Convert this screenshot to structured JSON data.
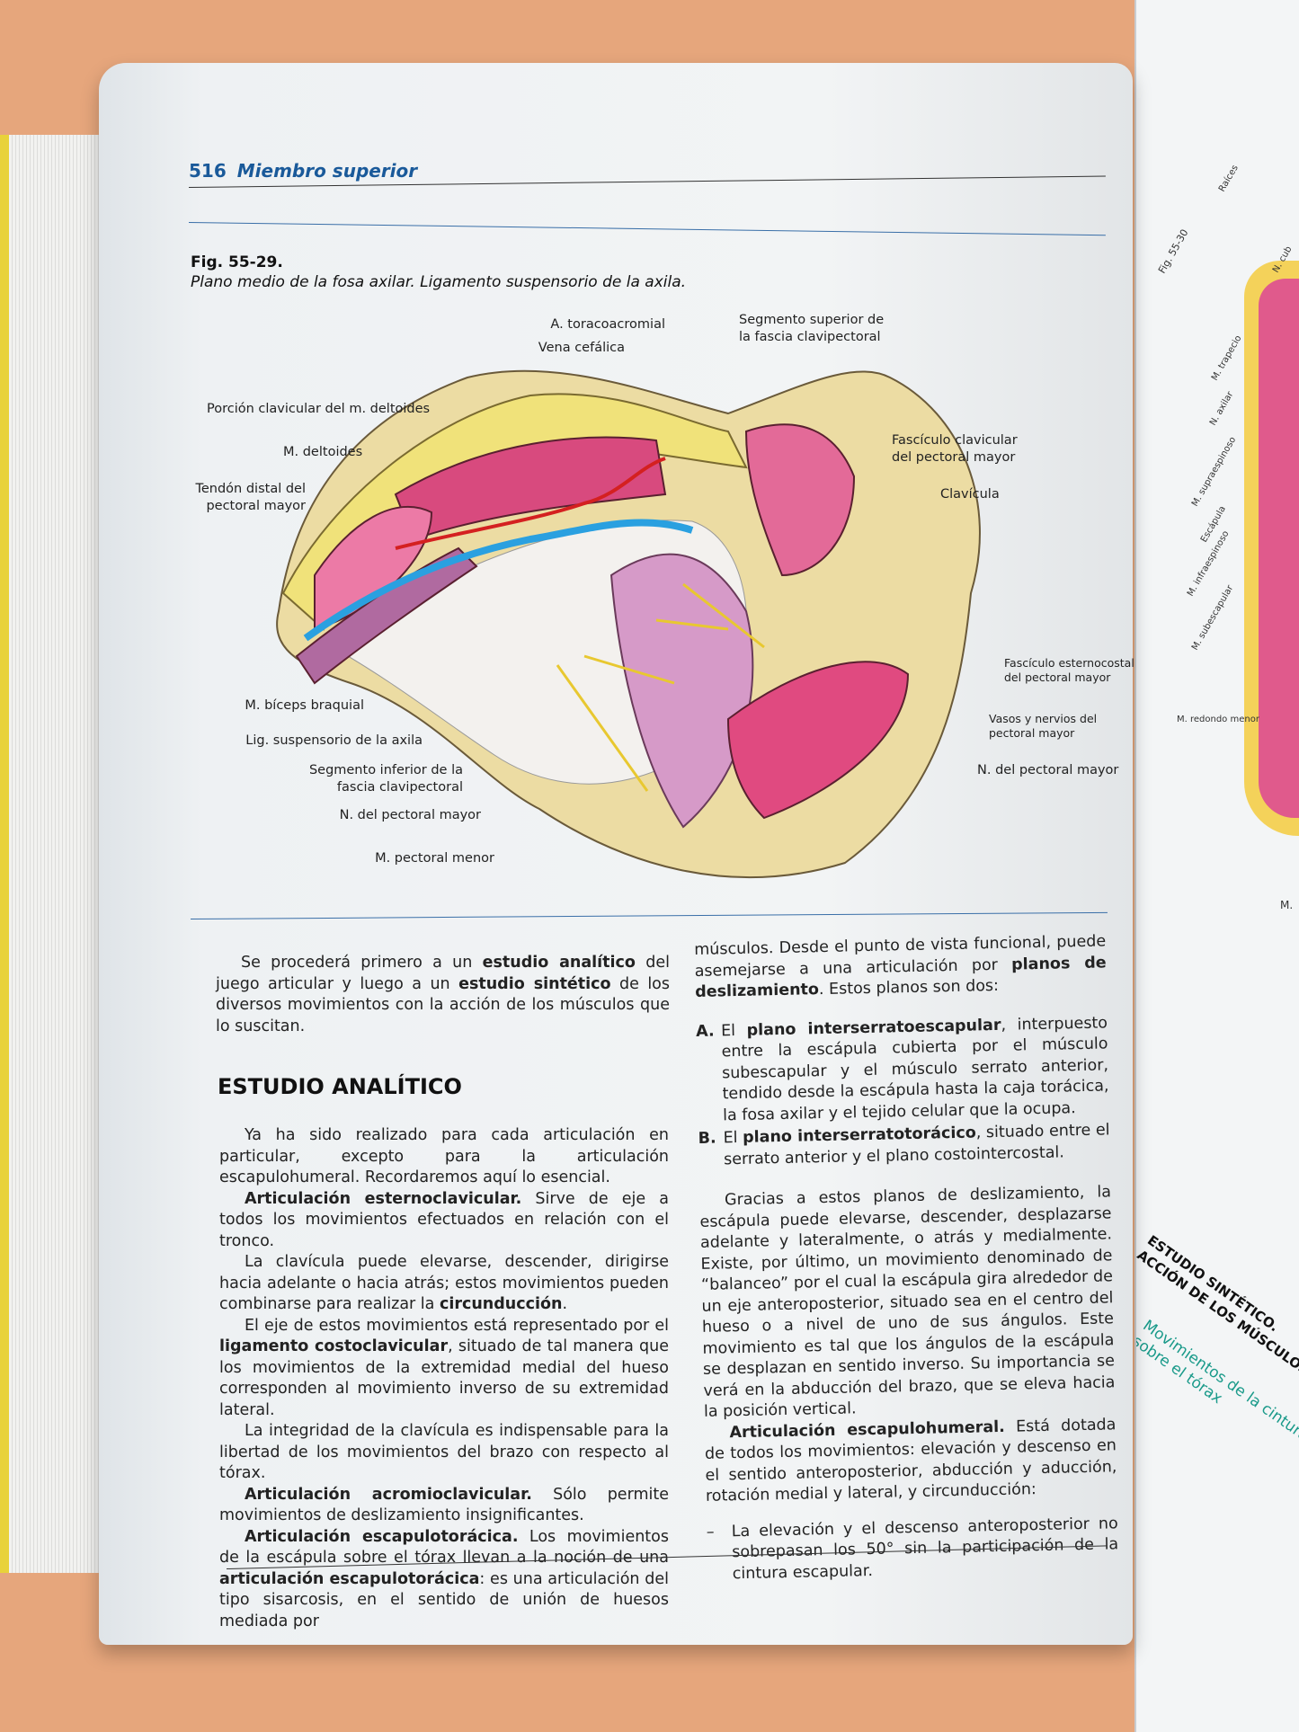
{
  "header": {
    "page_number": "516",
    "section": "Miembro superior"
  },
  "figure": {
    "number": "Fig. 55-29.",
    "caption": "Plano medio de la fosa axilar. Ligamento suspensorio de la axila.",
    "labels": {
      "toracoacromial": "A. toracoacromial",
      "vena_cefalica": "Vena cefálica",
      "segmento_superior": [
        "Segmento superior de",
        "la fascia clavipectoral"
      ],
      "porcion_clavicular": "Porción clavicular del m. deltoides",
      "deltoides": "M. deltoides",
      "tendon_distal": [
        "Tendón distal del",
        "pectoral mayor"
      ],
      "fasciculo_clavicular": [
        "Fascículo clavicular",
        "del pectoral mayor"
      ],
      "clavicula": "Clavícula",
      "fasciculo_esternocostal": [
        "Fascículo esternocostal",
        "del pectoral mayor"
      ],
      "vasos_nervios": [
        "Vasos y nervios del",
        "pectoral mayor"
      ],
      "n_pectoral_mayor_right": "N. del pectoral mayor",
      "biceps": "M. bíceps braquial",
      "lig_suspensorio": "Lig. suspensorio de la axila",
      "segmento_inferior": [
        "Segmento inferior de la",
        "fascia clavipectoral"
      ],
      "n_pectoral_mayor_left": "N. del pectoral mayor",
      "pectoral_menor": "M. pectoral menor"
    }
  },
  "left_column": {
    "intro": [
      "Se procederá primero a un ",
      "estudio analítico",
      " del juego articular y luego a un ",
      "estudio sintético",
      " de los diversos movimientos con la acción de los músculos que lo suscitan."
    ],
    "heading": "ESTUDIO ANALÍTICO",
    "p1": "Ya ha sido realizado para cada articulación en particular, excepto para la articulación escapulohumeral. Recordaremos aquí lo esencial.",
    "p2": [
      "Articulación esternoclavicular.",
      " Sirve de eje a todos los movimientos efectuados en relación con el tronco."
    ],
    "p3": [
      "La clavícula puede elevarse, descender, dirigirse hacia adelante o hacia atrás; estos movimientos pueden combinarse para realizar la ",
      "circunducción",
      "."
    ],
    "p4": [
      "El eje de estos movimientos está representado por el ",
      "ligamento costoclavicular",
      ", situado de tal manera que los movimientos de la extremidad medial del hueso corresponden al movimiento inverso de su extremidad lateral."
    ],
    "p5": "La integridad de la clavícula es indispensable para la libertad de los movimientos del brazo con respecto al tórax.",
    "p6": [
      "Articulación acromioclavicular.",
      " Sólo permite movimientos de deslizamiento insignificantes."
    ],
    "p7": [
      "Articulación escapulotorácica.",
      " Los movimientos de la escápula sobre el tórax llevan a la noción de una ",
      "articulación escapulotorácica",
      ": es una articulación del tipo sisarcosis, en el sentido de unión de huesos mediada por"
    ]
  },
  "right_column": {
    "p1": [
      "músculos. Desde el punto de vista funcional, puede asemejarse a una articulación por ",
      "planos de deslizamiento",
      ". Estos planos son dos:"
    ],
    "items": [
      {
        "key": "A.",
        "pre": "El ",
        "bold": "plano interserratoescapular",
        "rest": ", interpuesto entre la escápula cubierta por el músculo subescapular y el músculo serrato anterior, tendido desde la escápula hasta la caja torácica, la fosa axilar y el tejido celular que la ocupa."
      },
      {
        "key": "B.",
        "pre": "El ",
        "bold": "plano interserratotorácico",
        "rest": ", situado entre el serrato anterior y el plano costointercostal."
      }
    ],
    "p2": "Gracias a estos planos de deslizamiento, la escápula puede elevarse, descender, desplazarse adelante y lateralmente, o atrás y medialmente. Existe, por último, un movimiento denominado de “balanceo” por el cual la escápula gira alrededor de un eje anteroposterior, situado sea en el centro del hueso o a nivel de uno de sus ángulos. Este movimiento es tal que los ángulos de la escápula se desplazan en sentido inverso. Su importancia se verá en la abducción del brazo, que se eleva hacia la posición vertical.",
    "p3": [
      "Articulación escapulohumeral.",
      " Está dotada de todos los movimientos: elevación y descenso en el sentido anteroposterior, abducción y aducción, rotación medial y lateral, y circunducción:"
    ],
    "dash": "La elevación y el descenso anteroposterior no sobrepasan los 50° sin la participación de la cintura escapular."
  },
  "right_page": {
    "fig": "Fig. 55-30",
    "labels": [
      "Raíces",
      "N. cub",
      "M. trapecio",
      "N. axilar",
      "M. supraespinoso",
      "Escápula",
      "M. infraespinoso",
      "M. subescapular",
      "M. redondo menor",
      "M."
    ],
    "heading": [
      "ESTUDIO SINTÉTICO.",
      "ACCIÓN DE LOS MÚSCULOS"
    ],
    "subheading": [
      "Movimientos de la cintura e",
      "sobre el tórax"
    ]
  },
  "colors": {
    "accent": "#1a5a9a",
    "background": "#e6a67c",
    "subheading": "#1a9a8a"
  }
}
